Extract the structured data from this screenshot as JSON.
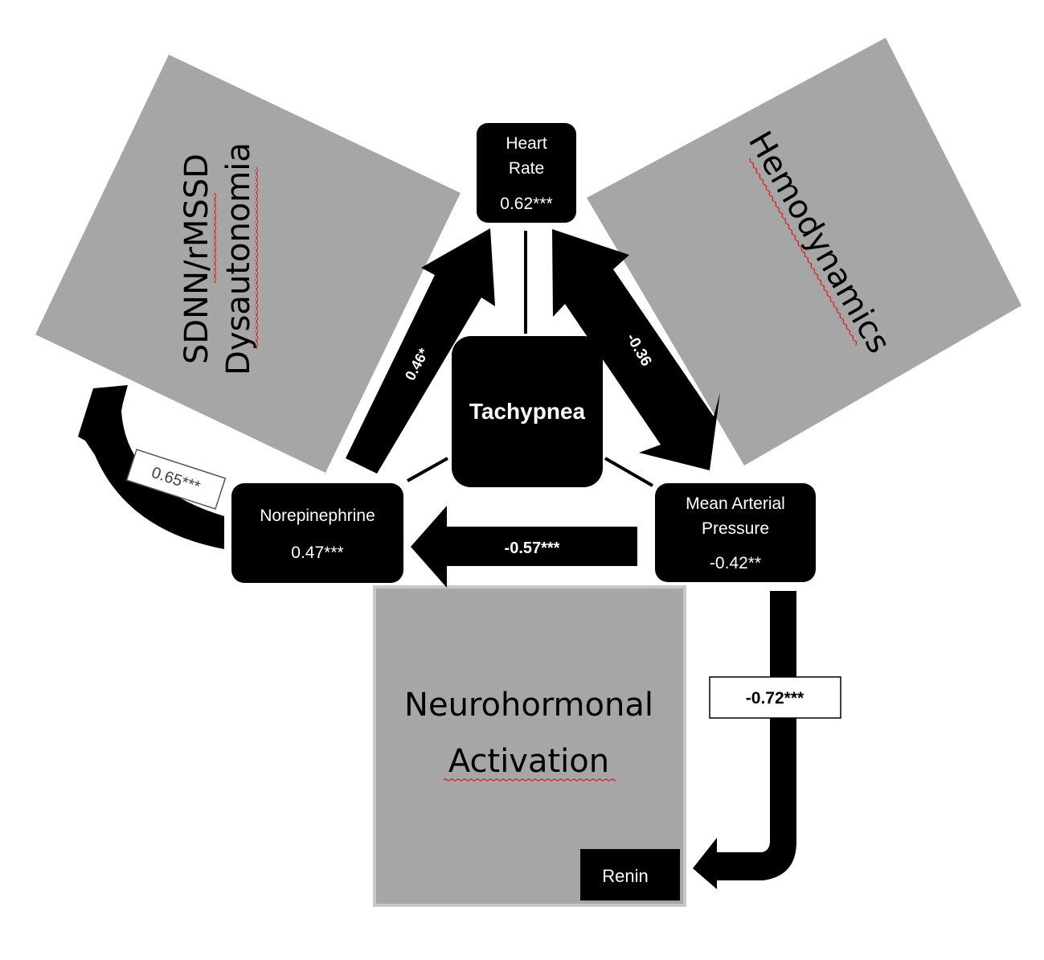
{
  "colors": {
    "background": "#ffffff",
    "panel_gray": "#a6a6a6",
    "node_fill": "#000000",
    "node_text": "#ffffff",
    "panel_text": "#000000",
    "spell_underline": "#e01010"
  },
  "panels": {
    "sdnn": {
      "line1": "SDNN/rMSSD",
      "line2": "Dysautonomia"
    },
    "hemodynamics": {
      "label": "Hemodynamics"
    },
    "neurohormonal": {
      "line1": "Neurohormonal",
      "line2": "Activation",
      "tag": "Renin"
    }
  },
  "nodes": {
    "center": {
      "label": "Tachypnea"
    },
    "heart_rate": {
      "line1": "Heart",
      "line2": "Rate",
      "value": "0.62***"
    },
    "norepinephrine": {
      "label": "Norepinephrine",
      "value": "0.47***"
    },
    "map": {
      "line1": "Mean Arterial",
      "line2": "Pressure",
      "value": "-0.42**"
    }
  },
  "edges": {
    "ne_to_hr": {
      "value": "0.46*"
    },
    "hr_map": {
      "value": "-0.36"
    },
    "map_to_ne": {
      "value": "-0.57***"
    },
    "ne_to_sdnn": {
      "value": "0.65***"
    },
    "map_to_renin": {
      "value": "-0.72***"
    }
  }
}
